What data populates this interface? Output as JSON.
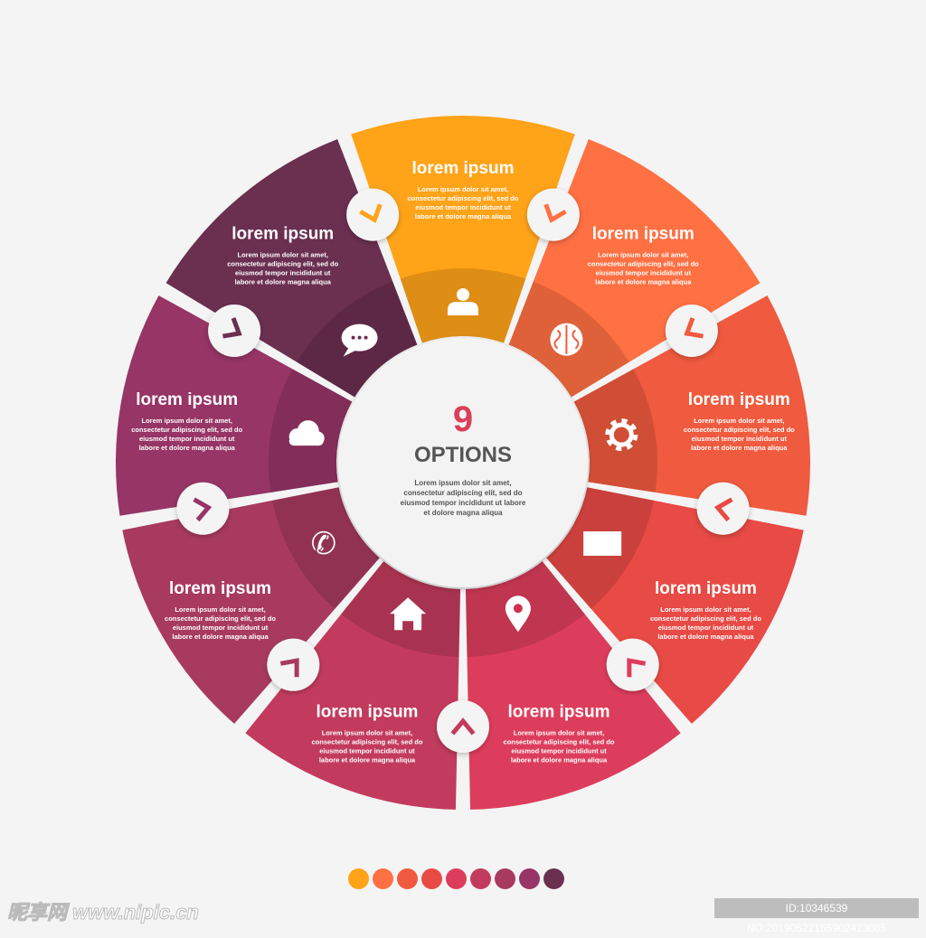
{
  "center": {
    "number": "9",
    "label": "OPTIONS",
    "body": [
      "Lorem ipsum dolor sit amet,",
      "consectetur adipiscing elit, sed do",
      "eiusmod tempor incididunt ut labore",
      "et dolore magna aliqua"
    ],
    "number_color": "#DC3E5B",
    "label_color": "#555555"
  },
  "segments": [
    {
      "color": "#FFA319",
      "icon": "user-icon",
      "title": "lorem ipsum",
      "body": [
        "Lorem ipsum dolor sit amet,",
        "consectetur adipiscing elit, sed do",
        "eiusmod tempor incididunt ut",
        "labore et dolore magna aliqua"
      ]
    },
    {
      "color": "#6B2F50",
      "icon": "chat-icon",
      "title": "lorem ipsum",
      "body": [
        "Lorem ipsum dolor sit amet,",
        "consectetur adipiscing elit, sed do",
        "eiusmod tempor incididunt ut",
        "labore et dolore magna aliqua"
      ]
    },
    {
      "color": "#963566",
      "icon": "cloud-icon",
      "title": "lorem ipsum",
      "body": [
        "Lorem ipsum dolor sit amet,",
        "consectetur adipiscing elit, sed do",
        "eiusmod tempor incididunt ut",
        "labore et dolore magna aliqua"
      ]
    },
    {
      "color": "#A83A5F",
      "icon": "phone-icon",
      "title": "lorem ipsum",
      "body": [
        "Lorem ipsum dolor sit amet,",
        "consectetur adipiscing elit, sed do",
        "eiusmod tempor incididunt ut",
        "labore et dolore magna aliqua"
      ]
    },
    {
      "color": "#C23B5E",
      "icon": "home-icon",
      "title": "lorem ipsum",
      "body": [
        "Lorem ipsum dolor sit amet,",
        "consectetur adipiscing elit, sed do",
        "eiusmod tempor incididunt ut",
        "labore et dolore magna aliqua"
      ]
    },
    {
      "color": "#DD3D5C",
      "icon": "location-pin-icon",
      "title": "lorem ipsum",
      "body": [
        "Lorem ipsum dolor sit amet,",
        "consectetur adipiscing elit, sed do",
        "eiusmod tempor incididunt ut",
        "labore et dolore magna aliqua"
      ]
    },
    {
      "color": "#E84A45",
      "icon": "card-icon",
      "title": "lorem ipsum",
      "body": [
        "Lorem ipsum dolor sit amet,",
        "consectetur adipiscing elit, sed do",
        "eiusmod tempor incididunt ut",
        "labore et dolore magna aliqua"
      ]
    },
    {
      "color": "#F05A3E",
      "icon": "gear-icon",
      "title": "lorem ipsum",
      "body": [
        "Lorem ipsum dolor sit amet,",
        "consectetur adipiscing elit, sed do",
        "eiusmod tempor incididunt ut",
        "labore et dolore magna aliqua"
      ]
    },
    {
      "color": "#FF7043",
      "icon": "brain-icon",
      "title": "lorem ipsum",
      "body": [
        "Lorem ipsum dolor sit amet,",
        "consectetur adipiscing elit, sed do",
        "eiusmod tempor incididunt ut",
        "labore et dolore magna aliqua"
      ]
    }
  ],
  "legend_colors": [
    "#FFA319",
    "#FF7043",
    "#F05A3E",
    "#E84A45",
    "#DD3D5C",
    "#C23B5E",
    "#A83A5F",
    "#963566",
    "#6B2F50"
  ],
  "watermark": {
    "site": "昵享网 www.nipic.cn",
    "id": "ID:10346539 NO:20190522165902423085"
  }
}
